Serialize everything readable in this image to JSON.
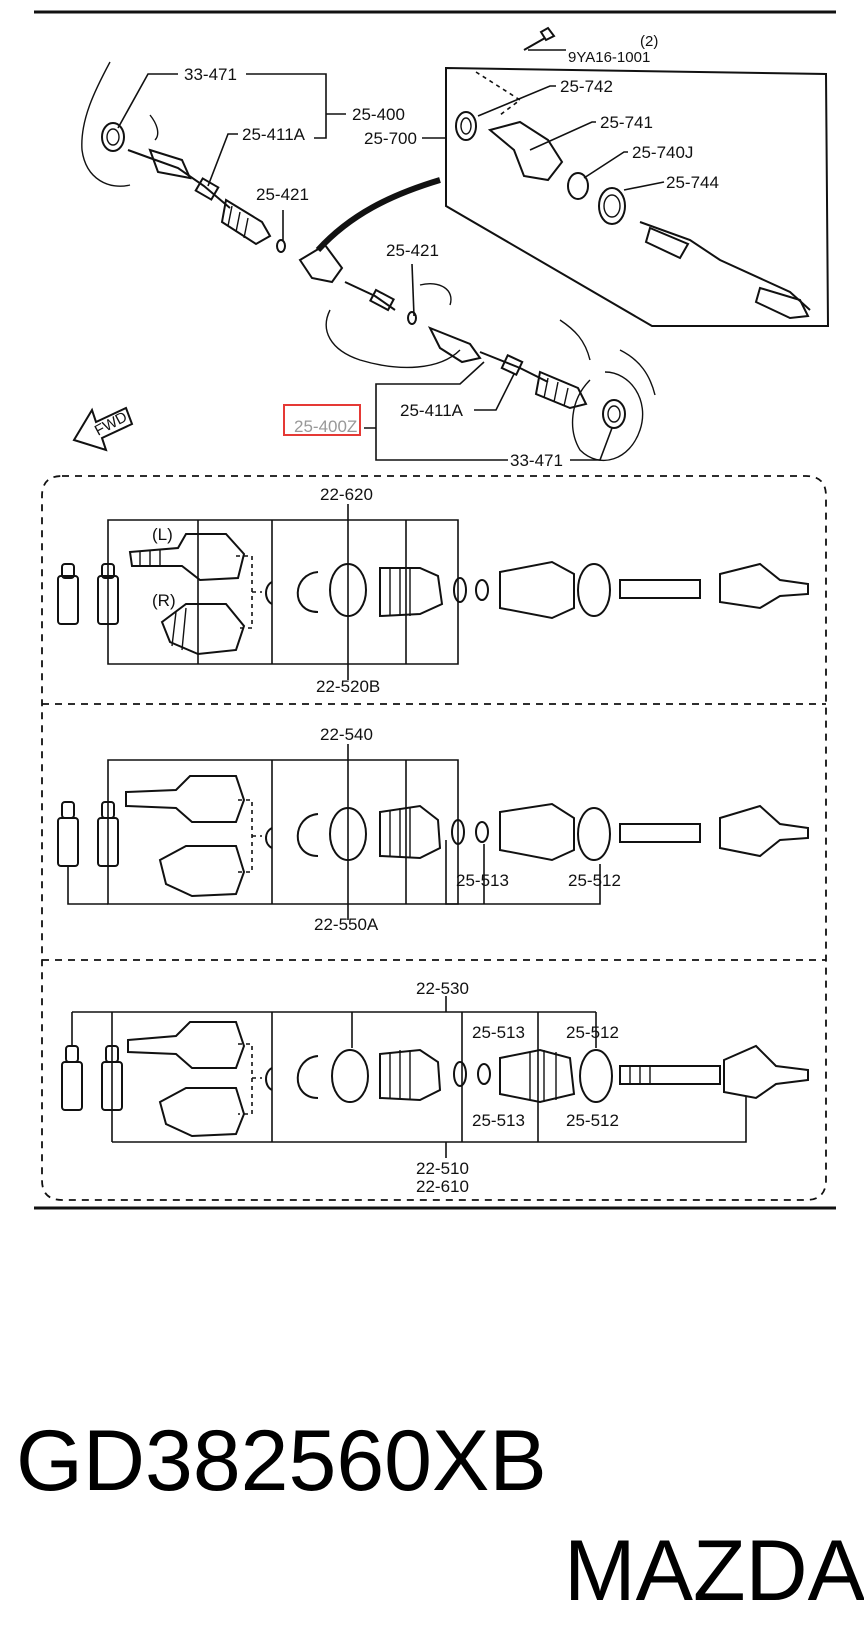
{
  "caption": {
    "part_number": "GD382560XB",
    "brand": "MAZDA"
  },
  "top_view": {
    "labels": {
      "hub_seal_left": "33-471",
      "shaft_assy_left": "25-400",
      "inner_joint_left": "25-411A",
      "clip_left": "25-421",
      "intermediate_shaft": "25-700",
      "bolt": "9YA16-1001",
      "bolt_qty": "(2)",
      "seal_742": "25-742",
      "bracket": "25-741",
      "bearing": "25-740J",
      "seal_744": "25-744",
      "clip_right": "25-421",
      "shaft_assy_right": "25-400Z",
      "inner_joint_right": "25-411A",
      "hub_seal_right": "33-471",
      "fwd": "FWD"
    },
    "highlight_color": "#e53935"
  },
  "kit_rows": [
    {
      "top_label": "22-620",
      "bottom_label": "22-520B",
      "side_L": "(L)",
      "side_R": "(R)"
    },
    {
      "top_label": "22-540",
      "bottom_label": "22-550A",
      "clamp_label": "25-513",
      "boot_label": "25-512"
    },
    {
      "top_label": "22-530",
      "clamp_top": "25-513",
      "boot_top": "25-512",
      "clamp_bottom": "25-513",
      "boot_bottom": "25-512",
      "bottom_label_1": "22-510",
      "bottom_label_2": "22-610"
    }
  ]
}
